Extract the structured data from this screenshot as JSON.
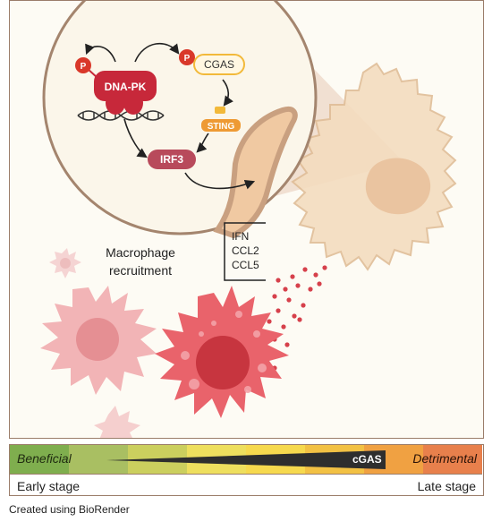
{
  "diagram": {
    "dnapk_label": "DNA-PK",
    "phospho_label": "P",
    "cgas_label": "CGAS",
    "sting_label": "STING",
    "irf3_label": "IRF3",
    "macrophage_label_line1": "Macrophage",
    "macrophage_label_line2": "recruitment",
    "cytokines": [
      "IFN",
      "CCL2",
      "CCL5"
    ]
  },
  "scale": {
    "left_label": "Beneficial",
    "right_label": "Detrimental",
    "bar_label": "cGAS",
    "early_label": "Early stage",
    "late_label": "Late stage",
    "gradient_colors": [
      "#7fae4e",
      "#a9bf62",
      "#cbcf5e",
      "#eedf5e",
      "#f6d94e",
      "#f2c144",
      "#f0a142",
      "#e8804c"
    ]
  },
  "credit": "Created using BioRender"
}
